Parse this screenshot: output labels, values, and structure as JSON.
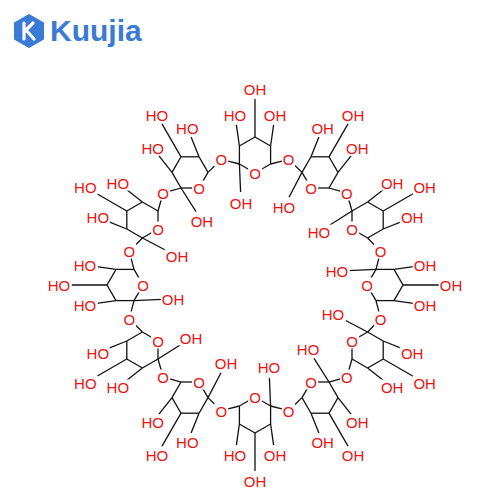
{
  "diagram": {
    "labels": [
      "Kuujia",
      "O",
      "O",
      "HO",
      "OH",
      "OH",
      "OH",
      "O",
      "O",
      "OH",
      "OH",
      "HO",
      "OH",
      "O",
      "O",
      "OH",
      "OH",
      "HO",
      "OH",
      "O",
      "O",
      "OH",
      "OH",
      "HO",
      "OH",
      "O",
      "O",
      "OH",
      "OH",
      "HO",
      "OH",
      "O",
      "O",
      "OH",
      "OH",
      "HO",
      "OH",
      "O",
      "O",
      "OH",
      "HO",
      "HO",
      "OH",
      "O",
      "O",
      "HO",
      "HO",
      "OH",
      "HO",
      "O",
      "O",
      "HO",
      "HO",
      "OH",
      "HO",
      "O",
      "O",
      "HO",
      "HO",
      "OH",
      "HO",
      "O",
      "O",
      "HO",
      "HO",
      "OH",
      "HO",
      "O",
      "O",
      "HO",
      "HO",
      "OH",
      "HO"
    ]
  }
}
